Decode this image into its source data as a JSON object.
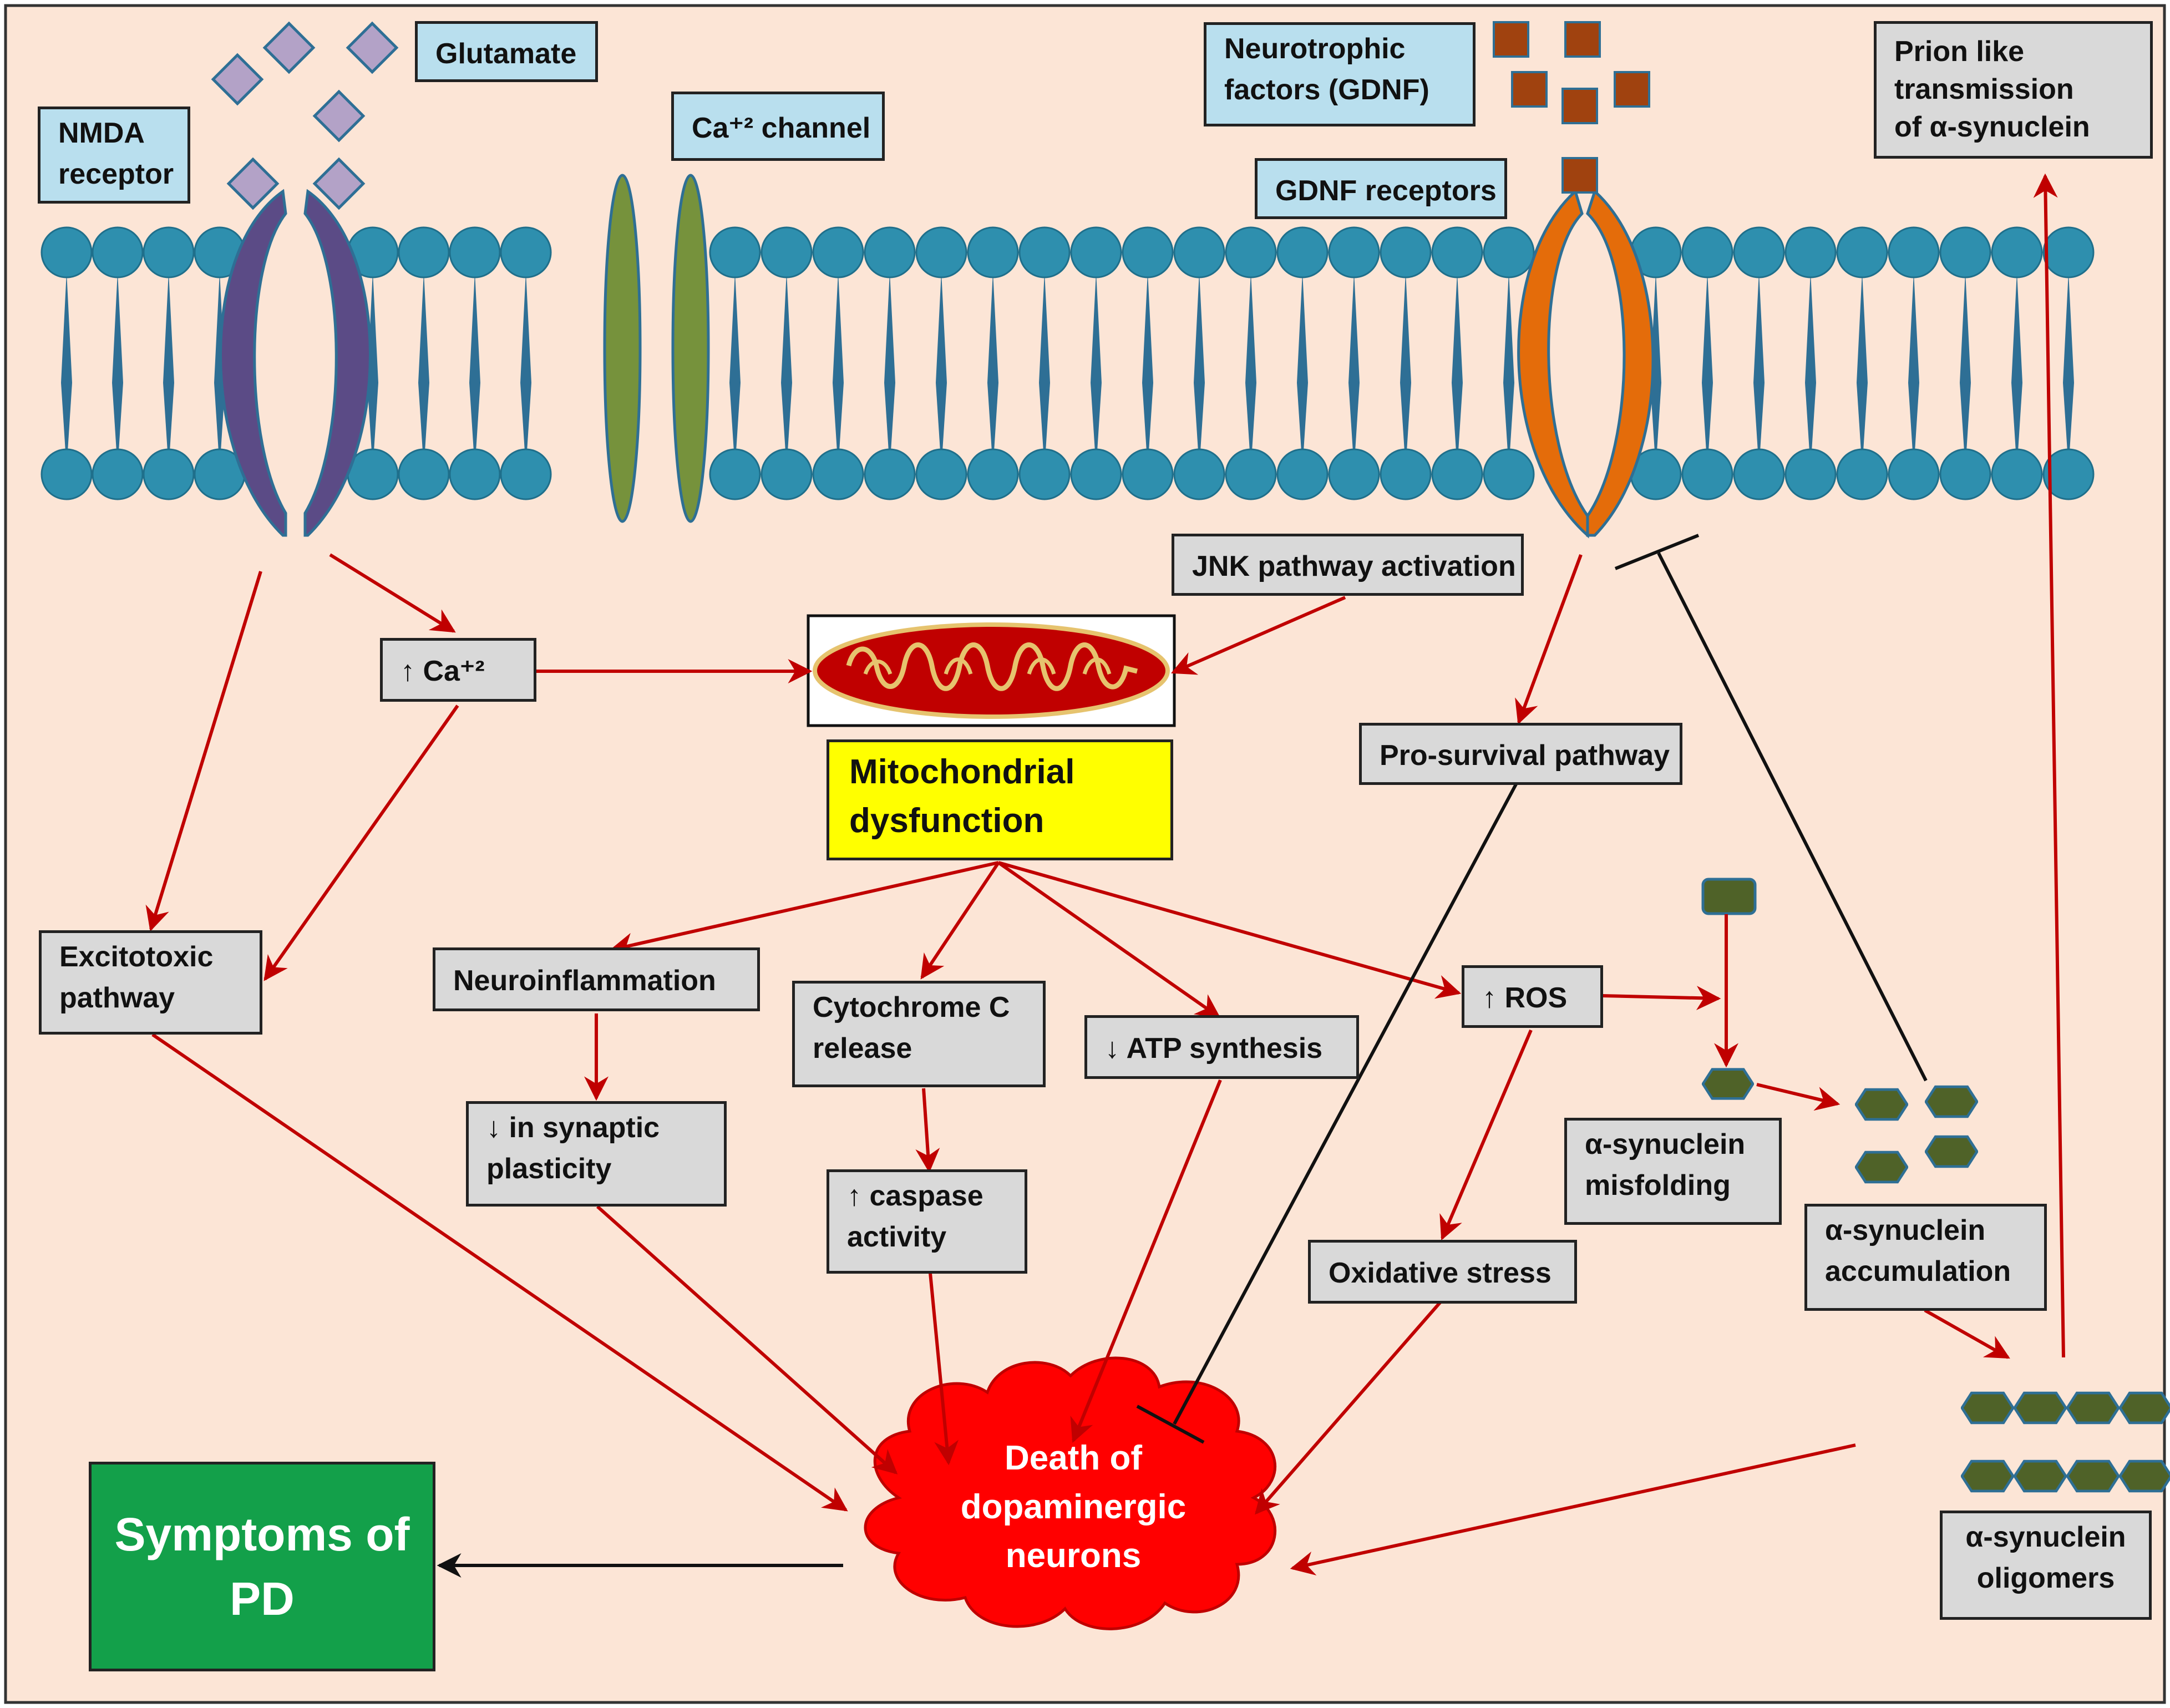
{
  "colors": {
    "background": "#fce5d6",
    "arrow_red": "#c00000",
    "inhibit_black": "#111111",
    "membrane_head": "#2e8fae",
    "nmda_receptor": "#5b4b86",
    "ca_channel": "#76923c",
    "gdnf_receptor": "#e46c0a",
    "glutamate": "#b3a2c7",
    "gdnf": "#a0420f",
    "synuclein": "#4f6228",
    "cloud": "#ff0000",
    "mito_outer": "#c00000",
    "mito_cristae": "#e6c36e"
  },
  "labels": {
    "glutamate": "Glutamate",
    "nmda_receptor": "NMDA\nreceptor",
    "ca_channel": "Ca⁺² channel",
    "neurotrophic_factors": "Neurotrophic\nfactors (GDNF)",
    "gdnf_receptors": "GDNF receptors",
    "prion_transmission": "Prion like\ntransmission\nof α-synuclein",
    "jnk_pathway": "JNK pathway activation",
    "ca_increase": "↑ Ca⁺²",
    "mitochondrial_dysfunction": "Mitochondrial\ndysfunction",
    "pro_survival": "Pro-survival pathway",
    "excitotoxic": "Excitotoxic\npathway",
    "neuroinflammation": "Neuroinflammation",
    "cytochrome_c": "Cytochrome C\nrelease",
    "atp_synthesis": "↓ ATP synthesis",
    "ros": "↑ ROS",
    "synaptic_plasticity": "↓ in synaptic\nplasticity",
    "caspase": "↑ caspase\nactivity",
    "synuclein_misfolding": "α-synuclein\nmisfolding",
    "oxidative_stress": "Oxidative stress",
    "synuclein_accumulation": "α-synuclein\naccumulation",
    "synuclein_oligomers": "α-synuclein\noligomers",
    "symptoms": "Symptoms of\nPD",
    "death": "Death of\ndopaminergic\nneurons"
  }
}
